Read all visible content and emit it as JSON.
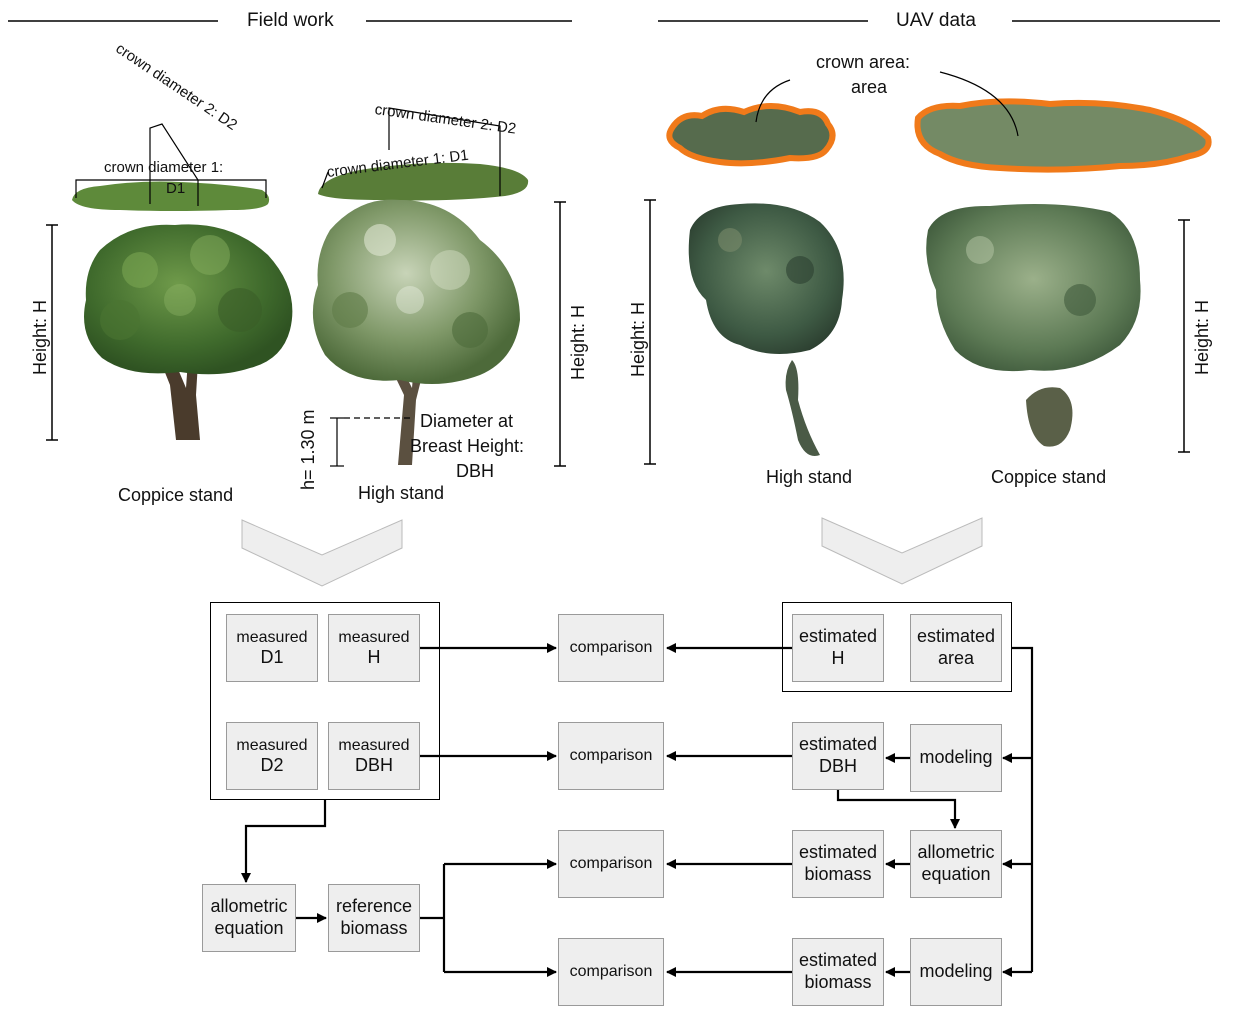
{
  "headers": {
    "left": "Field work",
    "right": "UAV data"
  },
  "field": {
    "d2_label": "crown diameter 2: D2",
    "d1_label": "crown diameter 1:",
    "d1_value": "D1",
    "hs_d2_label": "crown diameter 2: D2",
    "hs_d1_label": "crown diameter 1: D1",
    "height_label": "Height: H",
    "height_label_right": "Height: H",
    "breast_height": "h= 1.30 m",
    "dbh_line1": "Diameter at",
    "dbh_line2": "Breast Height:",
    "dbh_line3": "DBH",
    "coppice_caption": "Coppice stand",
    "high_caption": "High stand"
  },
  "uav": {
    "crown_area_line1": "crown area:",
    "crown_area_line2": "area",
    "height_label_left": "Height: H",
    "height_label_right": "Height: H",
    "high_caption": "High stand",
    "coppice_caption": "Coppice stand"
  },
  "flow": {
    "measured_d1": {
      "l1": "measured",
      "l2": "D1"
    },
    "measured_h": {
      "l1": "measured",
      "l2": "H"
    },
    "measured_d2": {
      "l1": "measured",
      "l2": "D2"
    },
    "measured_dbh": {
      "l1": "measured",
      "l2": "DBH"
    },
    "allometric_left": {
      "l1": "allometric",
      "l2": "equation"
    },
    "reference_biomass": {
      "l1": "reference",
      "l2": "biomass"
    },
    "comparison_1": "comparison",
    "comparison_2": "comparison",
    "comparison_3": "comparison",
    "comparison_4": "comparison",
    "estimated_h": {
      "l1": "estimated",
      "l2": "H"
    },
    "estimated_area": {
      "l1": "estimated",
      "l2": "area"
    },
    "estimated_dbh": {
      "l1": "estimated",
      "l2": "DBH"
    },
    "modeling_1": "modeling",
    "estimated_biomass_1": {
      "l1": "estimated",
      "l2": "biomass"
    },
    "allometric_right": {
      "l1": "allometric",
      "l2": "equation"
    },
    "estimated_biomass_2": {
      "l1": "estimated",
      "l2": "biomass"
    },
    "modeling_2": "modeling"
  },
  "colors": {
    "crown_green": "#5e8a3a",
    "orange_outline": "#f07a1a",
    "box_fill": "#eeeeee",
    "chevron_fill": "#eeeeee"
  }
}
